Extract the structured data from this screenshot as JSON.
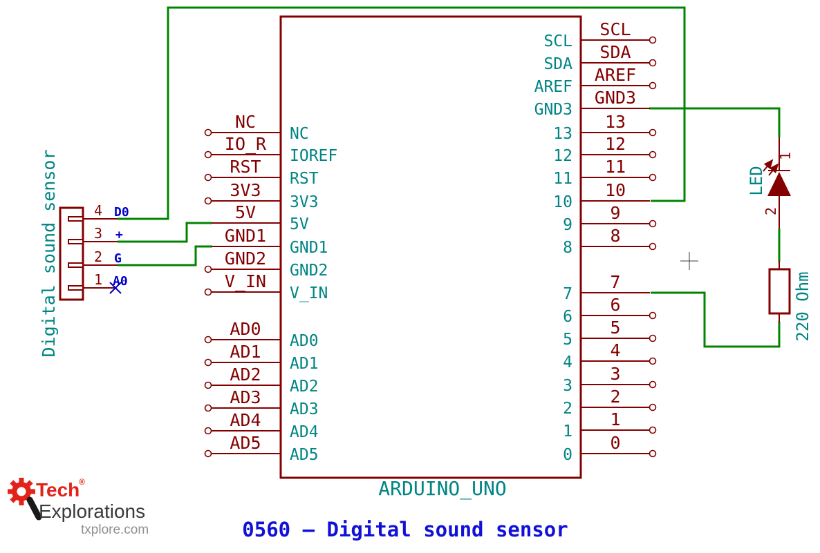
{
  "title": "0560 – Digital sound sensor",
  "logo": {
    "brand_line1": "Tech",
    "registered": "®",
    "brand_line2": "Explorations",
    "website": "txplore.com"
  },
  "sensor": {
    "label": "Digital sound sensor",
    "pins": [
      {
        "number": "4",
        "net": "D0"
      },
      {
        "number": "3",
        "net": "+"
      },
      {
        "number": "2",
        "net": "G"
      },
      {
        "number": "1",
        "net": "A0"
      }
    ]
  },
  "arduino": {
    "name": "ARDUINO_UNO",
    "left_pins": [
      {
        "label": "NC",
        "name": "NC"
      },
      {
        "label": "IO_R",
        "name": "IOREF"
      },
      {
        "label": "RST",
        "name": "RST"
      },
      {
        "label": "3V3",
        "name": "3V3"
      },
      {
        "label": "5V",
        "name": "5V"
      },
      {
        "label": "GND1",
        "name": "GND1"
      },
      {
        "label": "GND2",
        "name": "GND2"
      },
      {
        "label": "V_IN",
        "name": "V_IN"
      },
      {
        "label": "AD0",
        "name": "AD0"
      },
      {
        "label": "AD1",
        "name": "AD1"
      },
      {
        "label": "AD2",
        "name": "AD2"
      },
      {
        "label": "AD3",
        "name": "AD3"
      },
      {
        "label": "AD4",
        "name": "AD4"
      },
      {
        "label": "AD5",
        "name": "AD5"
      }
    ],
    "right_pins": [
      {
        "label": "SCL",
        "name": "SCL"
      },
      {
        "label": "SDA",
        "name": "SDA"
      },
      {
        "label": "AREF",
        "name": "AREF"
      },
      {
        "label": "GND3",
        "name": "GND3"
      },
      {
        "label": "13",
        "name": "13"
      },
      {
        "label": "12",
        "name": "12"
      },
      {
        "label": "11",
        "name": "11"
      },
      {
        "label": "10",
        "name": "10"
      },
      {
        "label": "9",
        "name": "9"
      },
      {
        "label": "8",
        "name": "8"
      },
      {
        "label": "7",
        "name": "7"
      },
      {
        "label": "6",
        "name": "6"
      },
      {
        "label": "5",
        "name": "5"
      },
      {
        "label": "4",
        "name": "4"
      },
      {
        "label": "3",
        "name": "3"
      },
      {
        "label": "2",
        "name": "2"
      },
      {
        "label": "1",
        "name": "1"
      },
      {
        "label": "0",
        "name": "0"
      }
    ]
  },
  "led": {
    "label": "LED",
    "pin_top": "1",
    "pin_bottom": "2"
  },
  "resistor": {
    "label": "220 Ohm"
  },
  "colors": {
    "component_outline": "#840000",
    "pin_name": "#008484",
    "wire": "#008400",
    "net_label": "#0000C8",
    "title": "#1010D8",
    "logo_red": "#E2231A"
  }
}
